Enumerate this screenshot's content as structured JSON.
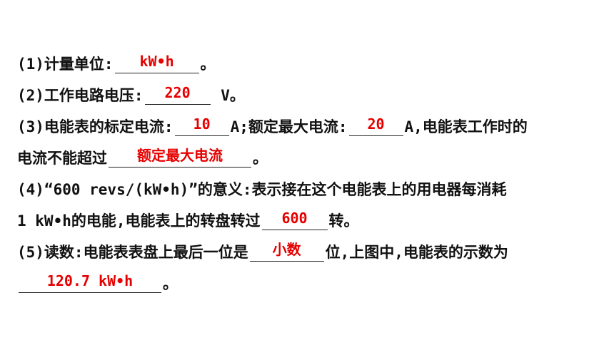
{
  "colors": {
    "text": "#111111",
    "answer": "#e60000",
    "background": "#ffffff"
  },
  "lines": [
    {
      "prefix": "(1)计量单位:",
      "answer": "kW•h",
      "suffix": "。"
    },
    {
      "prefix": "(2)工作电路电压:",
      "answer": "220",
      "suffix": " V。"
    },
    {
      "prefix": "(3)电能表的标定电流:",
      "answer1": "10",
      "middle": "A;额定最大电流:",
      "answer2": "20",
      "suffix": "A,电能表工作时的"
    },
    {
      "prefix": "电流不能超过",
      "answer": "额定最大电流",
      "suffix": "。"
    },
    {
      "text": "(4)“600 revs/(kW•h)”的意义:表示接在这个电能表上的用电器每消耗"
    },
    {
      "prefix": "1 kW•h的电能,电能表上的转盘转过",
      "answer": "600",
      "suffix": "转。"
    },
    {
      "prefix": "(5)读数:电能表表盘上最后一位是",
      "answer": "小数",
      "suffix": "位,上图中,电能表的示数为"
    },
    {
      "answer": "120.7  kW•h",
      "suffix": "。"
    }
  ]
}
